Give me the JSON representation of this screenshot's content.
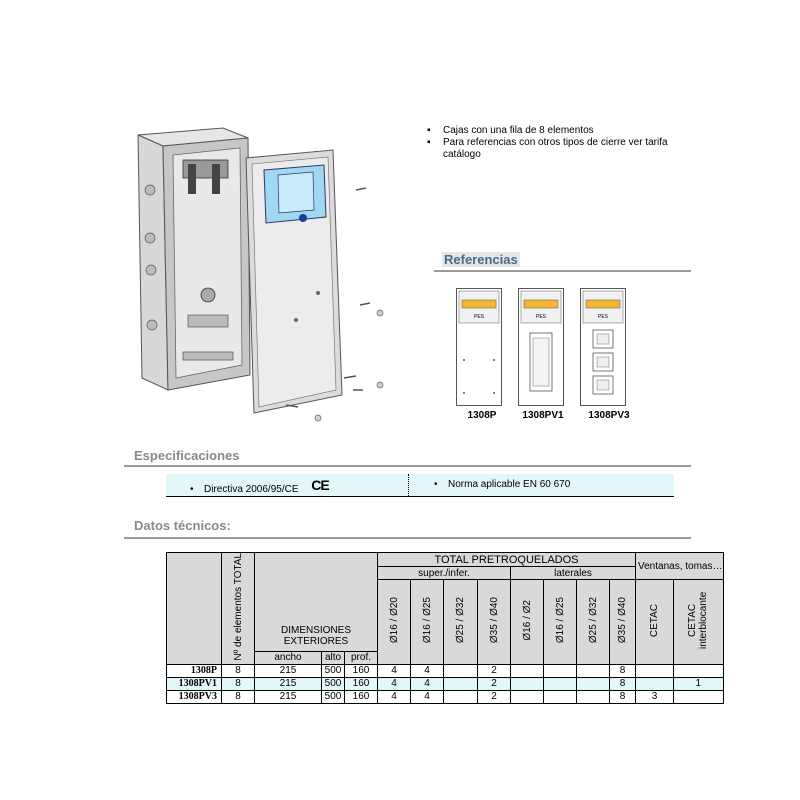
{
  "bullets": [
    "Cajas con una fila de 8 elementos",
    "Para referencias con otros tipos de cierre ver tarifa catálogo"
  ],
  "referencias": {
    "heading": "Referencias",
    "models": [
      "1308P",
      "1308PV1",
      "1308PV3"
    ],
    "card_brand": "PES"
  },
  "especificaciones": {
    "heading": "Especificaciones",
    "item1": "Directiva 2006/95/CE",
    "ce_mark": "CE",
    "item2": "Norma aplicable EN 60 670"
  },
  "datos": {
    "heading": "Datos técnicos:",
    "h_elementos": "Nº de elementos TOTAL",
    "h_dim": "DIMENSIONES EXTERIORES",
    "h_ancho": "ancho",
    "h_alto": "alto",
    "h_prof": "prof.",
    "h_pretroquelados": "TOTAL PRETROQUELADOS",
    "h_super": "super./infer.",
    "h_laterales": "laterales",
    "h_ventanas": "Ventanas, tomas…",
    "ko_cols": [
      "Ø16 / Ø20",
      "Ø16 / Ø25",
      "Ø25 / Ø32",
      "Ø35 / Ø40",
      "Ø16 / Ø2",
      "Ø16 / Ø25",
      "Ø25 / Ø32",
      "Ø35 / Ø40"
    ],
    "h_cetac": "CETAC",
    "h_cetac_int": "CETAC interblocante",
    "rows": [
      {
        "model": "1308P",
        "elem": "8",
        "ancho": "215",
        "alto": "500",
        "prof": "160",
        "k1": "4",
        "k2": "4",
        "k3": "",
        "k4": "2",
        "k5": "",
        "k6": "",
        "k7": "",
        "k8": "8",
        "cetac": "",
        "cetac_int": ""
      },
      {
        "model": "1308PV1",
        "elem": "8",
        "ancho": "215",
        "alto": "500",
        "prof": "160",
        "k1": "4",
        "k2": "4",
        "k3": "",
        "k4": "2",
        "k5": "",
        "k6": "",
        "k7": "",
        "k8": "8",
        "cetac": "",
        "cetac_int": "1"
      },
      {
        "model": "1308PV3",
        "elem": "8",
        "ancho": "215",
        "alto": "500",
        "prof": "160",
        "k1": "4",
        "k2": "4",
        "k3": "",
        "k4": "2",
        "k5": "",
        "k6": "",
        "k7": "",
        "k8": "8",
        "cetac": "3",
        "cetac_int": ""
      }
    ]
  },
  "colors": {
    "accent_blue": "#4a6a88",
    "highlight": "#e3f6f8",
    "header_grey": "#d9d9d9",
    "rule": "#9a9a9a",
    "window_blue": "#9fd8f0"
  }
}
